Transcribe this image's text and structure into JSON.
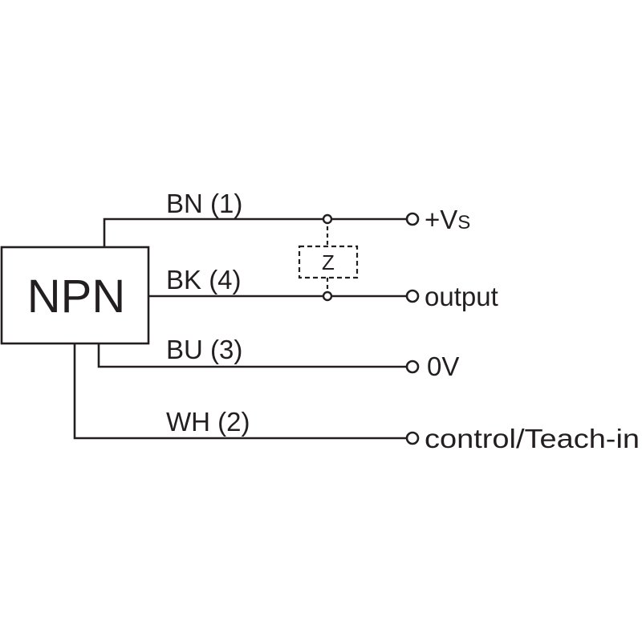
{
  "device": {
    "label": "NPN"
  },
  "wires": [
    {
      "label": "BN (1)",
      "terminal": "+V",
      "terminal_sub": "S"
    },
    {
      "label": "BK (4)",
      "terminal": "output"
    },
    {
      "label": "BU (3)",
      "terminal": "0V"
    },
    {
      "label": "WH (2)",
      "terminal": "control/Teach-in"
    }
  ],
  "load": {
    "label": "Z"
  },
  "colors": {
    "line": "#231f20",
    "background": "#ffffff"
  }
}
